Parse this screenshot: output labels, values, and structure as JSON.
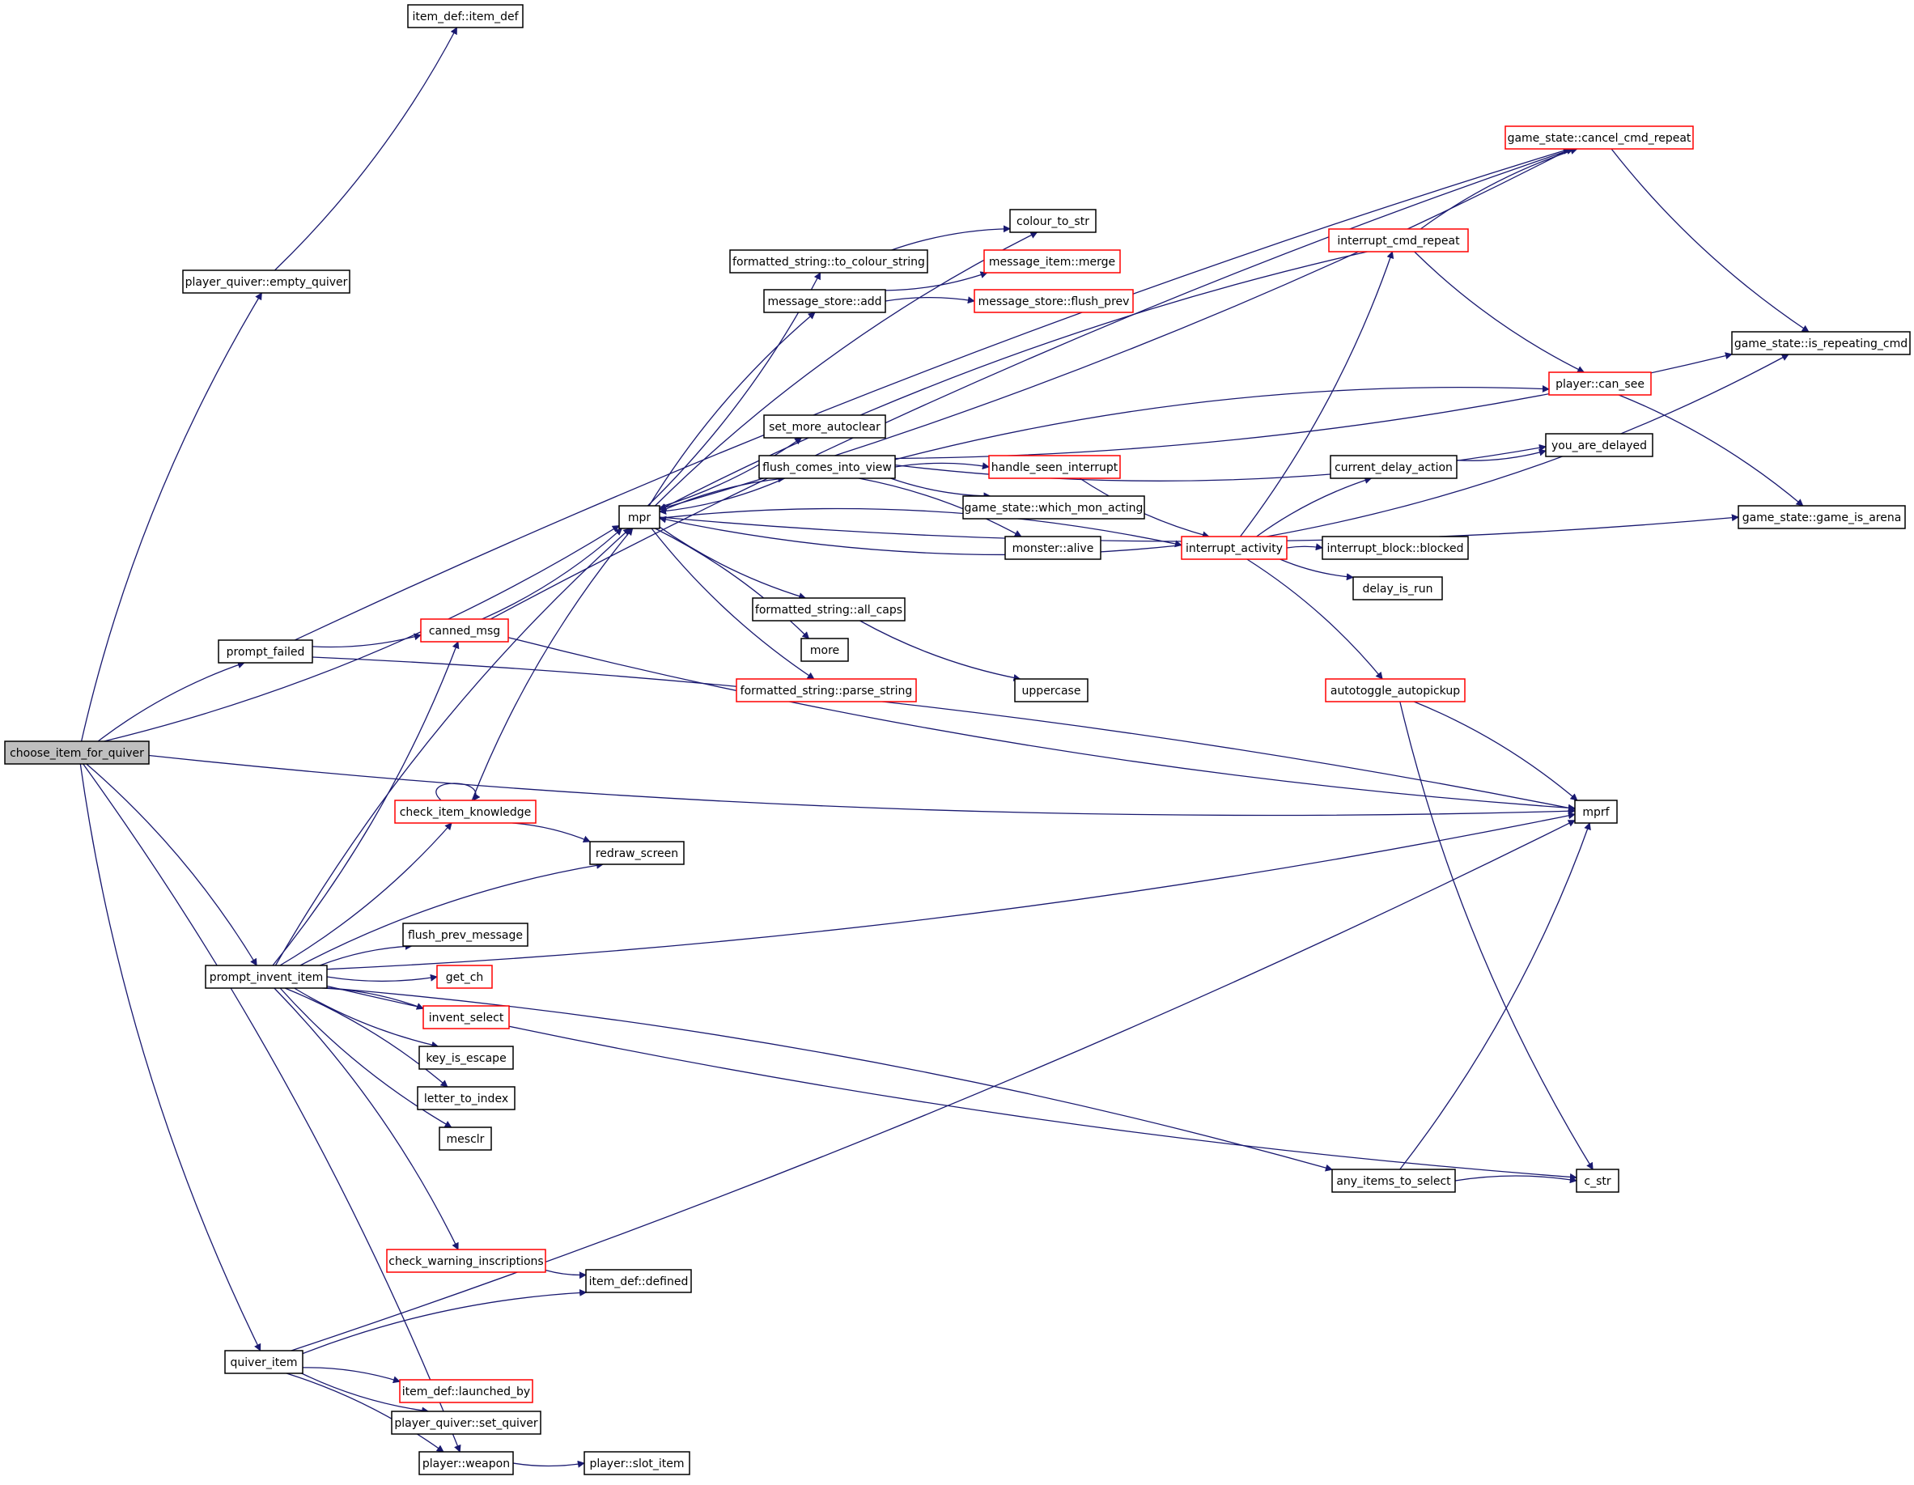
{
  "nodes": [
    {
      "id": "choose_item_for_quiver",
      "label": "choose_item_for_quiver",
      "style": "root"
    },
    {
      "id": "item_def_item_def",
      "label": "item_def::item_def",
      "style": "black"
    },
    {
      "id": "empty_quiver",
      "label": "player_quiver::empty_quiver",
      "style": "black"
    },
    {
      "id": "prompt_failed",
      "label": "prompt_failed",
      "style": "black"
    },
    {
      "id": "canned_msg",
      "label": "canned_msg",
      "style": "red"
    },
    {
      "id": "mpr",
      "label": "mpr",
      "style": "black"
    },
    {
      "id": "cancel_cmd_repeat",
      "label": "game_state::cancel_cmd_repeat",
      "style": "red"
    },
    {
      "id": "colour_to_str",
      "label": "colour_to_str",
      "style": "black"
    },
    {
      "id": "to_colour_string",
      "label": "formatted_string::to_colour_string",
      "style": "black"
    },
    {
      "id": "message_item_merge",
      "label": "message_item::merge",
      "style": "red"
    },
    {
      "id": "message_store_add",
      "label": "message_store::add",
      "style": "black"
    },
    {
      "id": "flush_prev",
      "label": "message_store::flush_prev",
      "style": "red"
    },
    {
      "id": "interrupt_cmd_repeat",
      "label": "interrupt_cmd_repeat",
      "style": "red"
    },
    {
      "id": "is_repeating_cmd",
      "label": "game_state::is_repeating_cmd",
      "style": "black"
    },
    {
      "id": "set_more_autoclear",
      "label": "set_more_autoclear",
      "style": "black"
    },
    {
      "id": "can_see",
      "label": "player::can_see",
      "style": "red"
    },
    {
      "id": "flush_comes_into_view",
      "label": "flush_comes_into_view",
      "style": "black"
    },
    {
      "id": "handle_seen_interrupt",
      "label": "handle_seen_interrupt",
      "style": "red"
    },
    {
      "id": "you_are_delayed",
      "label": "you_are_delayed",
      "style": "black"
    },
    {
      "id": "current_delay_action",
      "label": "current_delay_action",
      "style": "black"
    },
    {
      "id": "which_mon_acting",
      "label": "game_state::which_mon_acting",
      "style": "black"
    },
    {
      "id": "game_is_arena",
      "label": "game_state::game_is_arena",
      "style": "black"
    },
    {
      "id": "monster_alive",
      "label": "monster::alive",
      "style": "black"
    },
    {
      "id": "interrupt_activity",
      "label": "interrupt_activity",
      "style": "red"
    },
    {
      "id": "interrupt_block_blocked",
      "label": "interrupt_block::blocked",
      "style": "black"
    },
    {
      "id": "delay_is_run",
      "label": "delay_is_run",
      "style": "black"
    },
    {
      "id": "all_caps",
      "label": "formatted_string::all_caps",
      "style": "black"
    },
    {
      "id": "more",
      "label": "more",
      "style": "black"
    },
    {
      "id": "uppercase",
      "label": "uppercase",
      "style": "black"
    },
    {
      "id": "parse_string",
      "label": "formatted_string::parse_string",
      "style": "red"
    },
    {
      "id": "autotoggle_autopickup",
      "label": "autotoggle_autopickup",
      "style": "red"
    },
    {
      "id": "mprf",
      "label": "mprf",
      "style": "black"
    },
    {
      "id": "check_item_knowledge",
      "label": "check_item_knowledge",
      "style": "red"
    },
    {
      "id": "redraw_screen",
      "label": "redraw_screen",
      "style": "black"
    },
    {
      "id": "flush_prev_message",
      "label": "flush_prev_message",
      "style": "black"
    },
    {
      "id": "prompt_invent_item",
      "label": "prompt_invent_item",
      "style": "black"
    },
    {
      "id": "get_ch",
      "label": "get_ch",
      "style": "red"
    },
    {
      "id": "invent_select",
      "label": "invent_select",
      "style": "red"
    },
    {
      "id": "key_is_escape",
      "label": "key_is_escape",
      "style": "black"
    },
    {
      "id": "letter_to_index",
      "label": "letter_to_index",
      "style": "black"
    },
    {
      "id": "mesclr",
      "label": "mesclr",
      "style": "black"
    },
    {
      "id": "any_items_to_select",
      "label": "any_items_to_select",
      "style": "black"
    },
    {
      "id": "c_str",
      "label": "c_str",
      "style": "black"
    },
    {
      "id": "check_warning_inscriptions",
      "label": "check_warning_inscriptions",
      "style": "red"
    },
    {
      "id": "item_def_defined",
      "label": "item_def::defined",
      "style": "black"
    },
    {
      "id": "quiver_item",
      "label": "quiver_item",
      "style": "black"
    },
    {
      "id": "launched_by",
      "label": "item_def::launched_by",
      "style": "red"
    },
    {
      "id": "set_quiver",
      "label": "player_quiver::set_quiver",
      "style": "black"
    },
    {
      "id": "player_weapon",
      "label": "player::weapon",
      "style": "black"
    },
    {
      "id": "slot_item",
      "label": "player::slot_item",
      "style": "black"
    }
  ],
  "edges": [
    [
      "choose_item_for_quiver",
      "empty_quiver"
    ],
    [
      "choose_item_for_quiver",
      "mpr"
    ],
    [
      "choose_item_for_quiver",
      "prompt_failed"
    ],
    [
      "choose_item_for_quiver",
      "mprf"
    ],
    [
      "choose_item_for_quiver",
      "prompt_invent_item"
    ],
    [
      "choose_item_for_quiver",
      "quiver_item"
    ],
    [
      "choose_item_for_quiver",
      "player_weapon"
    ],
    [
      "empty_quiver",
      "item_def_item_def"
    ],
    [
      "prompt_failed",
      "cancel_cmd_repeat"
    ],
    [
      "prompt_failed",
      "canned_msg"
    ],
    [
      "prompt_failed",
      "mprf"
    ],
    [
      "canned_msg",
      "mpr"
    ],
    [
      "canned_msg",
      "cancel_cmd_repeat"
    ],
    [
      "canned_msg",
      "mprf"
    ],
    [
      "mpr",
      "colour_to_str"
    ],
    [
      "mpr",
      "to_colour_string"
    ],
    [
      "mpr",
      "message_store_add"
    ],
    [
      "mpr",
      "set_more_autoclear"
    ],
    [
      "mpr",
      "flush_comes_into_view"
    ],
    [
      "mpr",
      "all_caps"
    ],
    [
      "mpr",
      "more"
    ],
    [
      "mpr",
      "parse_string"
    ],
    [
      "mpr",
      "interrupt_activity"
    ],
    [
      "mpr",
      "game_is_arena"
    ],
    [
      "to_colour_string",
      "colour_to_str"
    ],
    [
      "message_store_add",
      "message_item_merge"
    ],
    [
      "message_store_add",
      "flush_prev"
    ],
    [
      "interrupt_cmd_repeat",
      "mpr"
    ],
    [
      "interrupt_cmd_repeat",
      "cancel_cmd_repeat"
    ],
    [
      "interrupt_cmd_repeat",
      "can_see"
    ],
    [
      "cancel_cmd_repeat",
      "mpr"
    ],
    [
      "cancel_cmd_repeat",
      "is_repeating_cmd"
    ],
    [
      "flush_comes_into_view",
      "mpr"
    ],
    [
      "flush_comes_into_view",
      "is_repeating_cmd"
    ],
    [
      "flush_comes_into_view",
      "can_see"
    ],
    [
      "flush_comes_into_view",
      "you_are_delayed"
    ],
    [
      "flush_comes_into_view",
      "handle_seen_interrupt"
    ],
    [
      "flush_comes_into_view",
      "which_mon_acting"
    ],
    [
      "flush_comes_into_view",
      "monster_alive"
    ],
    [
      "handle_seen_interrupt",
      "interrupt_activity"
    ],
    [
      "can_see",
      "game_is_arena"
    ],
    [
      "current_delay_action",
      "you_are_delayed"
    ],
    [
      "interrupt_activity",
      "mpr"
    ],
    [
      "interrupt_activity",
      "interrupt_cmd_repeat"
    ],
    [
      "interrupt_activity",
      "current_delay_action"
    ],
    [
      "interrupt_activity",
      "is_repeating_cmd"
    ],
    [
      "interrupt_activity",
      "interrupt_block_blocked"
    ],
    [
      "interrupt_activity",
      "delay_is_run"
    ],
    [
      "interrupt_activity",
      "autotoggle_autopickup"
    ],
    [
      "all_caps",
      "uppercase"
    ],
    [
      "autotoggle_autopickup",
      "mprf"
    ],
    [
      "autotoggle_autopickup",
      "c_str"
    ],
    [
      "check_item_knowledge",
      "mpr"
    ],
    [
      "check_item_knowledge",
      "check_item_knowledge"
    ],
    [
      "check_item_knowledge",
      "redraw_screen"
    ],
    [
      "prompt_invent_item",
      "canned_msg"
    ],
    [
      "prompt_invent_item",
      "mpr"
    ],
    [
      "prompt_invent_item",
      "check_item_knowledge"
    ],
    [
      "prompt_invent_item",
      "redraw_screen"
    ],
    [
      "prompt_invent_item",
      "mprf"
    ],
    [
      "prompt_invent_item",
      "flush_prev_message"
    ],
    [
      "prompt_invent_item",
      "get_ch"
    ],
    [
      "prompt_invent_item",
      "invent_select"
    ],
    [
      "prompt_invent_item",
      "key_is_escape"
    ],
    [
      "prompt_invent_item",
      "letter_to_index"
    ],
    [
      "prompt_invent_item",
      "mesclr"
    ],
    [
      "prompt_invent_item",
      "any_items_to_select"
    ],
    [
      "prompt_invent_item",
      "c_str"
    ],
    [
      "prompt_invent_item",
      "check_warning_inscriptions"
    ],
    [
      "any_items_to_select",
      "mprf"
    ],
    [
      "any_items_to_select",
      "c_str"
    ],
    [
      "check_warning_inscriptions",
      "item_def_defined"
    ],
    [
      "quiver_item",
      "item_def_defined"
    ],
    [
      "quiver_item",
      "mprf"
    ],
    [
      "quiver_item",
      "launched_by"
    ],
    [
      "quiver_item",
      "set_quiver"
    ],
    [
      "quiver_item",
      "player_weapon"
    ],
    [
      "player_weapon",
      "slot_item"
    ]
  ]
}
